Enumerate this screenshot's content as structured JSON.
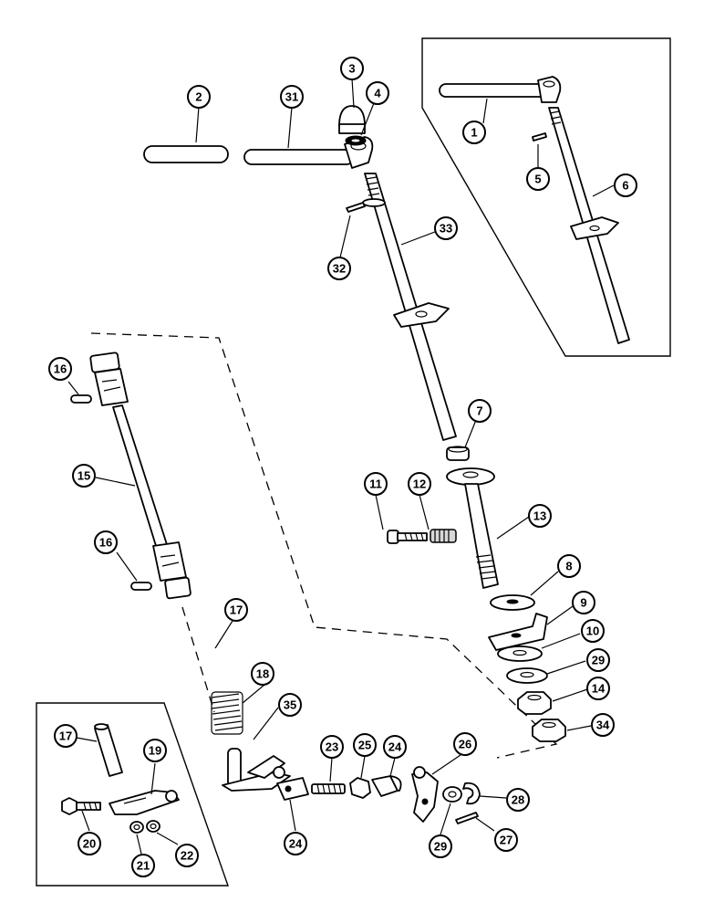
{
  "diagram": {
    "callouts": [
      {
        "id": "c1",
        "label": "1"
      },
      {
        "id": "c2",
        "label": "2"
      },
      {
        "id": "c3",
        "label": "3"
      },
      {
        "id": "c4",
        "label": "4"
      },
      {
        "id": "c5",
        "label": "5"
      },
      {
        "id": "c6",
        "label": "6"
      },
      {
        "id": "c7",
        "label": "7"
      },
      {
        "id": "c8",
        "label": "8"
      },
      {
        "id": "c9",
        "label": "9"
      },
      {
        "id": "c10",
        "label": "10"
      },
      {
        "id": "c11",
        "label": "11"
      },
      {
        "id": "c12",
        "label": "12"
      },
      {
        "id": "c13",
        "label": "13"
      },
      {
        "id": "c14",
        "label": "14"
      },
      {
        "id": "c15",
        "label": "15"
      },
      {
        "id": "c16a",
        "label": "16"
      },
      {
        "id": "c16b",
        "label": "16"
      },
      {
        "id": "c17a",
        "label": "17"
      },
      {
        "id": "c17b",
        "label": "17"
      },
      {
        "id": "c18",
        "label": "18"
      },
      {
        "id": "c19",
        "label": "19"
      },
      {
        "id": "c20",
        "label": "20"
      },
      {
        "id": "c21",
        "label": "21"
      },
      {
        "id": "c22",
        "label": "22"
      },
      {
        "id": "c23",
        "label": "23"
      },
      {
        "id": "c24a",
        "label": "24"
      },
      {
        "id": "c24b",
        "label": "24"
      },
      {
        "id": "c25",
        "label": "25"
      },
      {
        "id": "c26",
        "label": "26"
      },
      {
        "id": "c27",
        "label": "27"
      },
      {
        "id": "c28",
        "label": "28"
      },
      {
        "id": "c29a",
        "label": "29"
      },
      {
        "id": "c29b",
        "label": "29"
      },
      {
        "id": "c31",
        "label": "31"
      },
      {
        "id": "c32",
        "label": "32"
      },
      {
        "id": "c33",
        "label": "33"
      },
      {
        "id": "c34",
        "label": "34"
      },
      {
        "id": "c35",
        "label": "35"
      }
    ]
  }
}
